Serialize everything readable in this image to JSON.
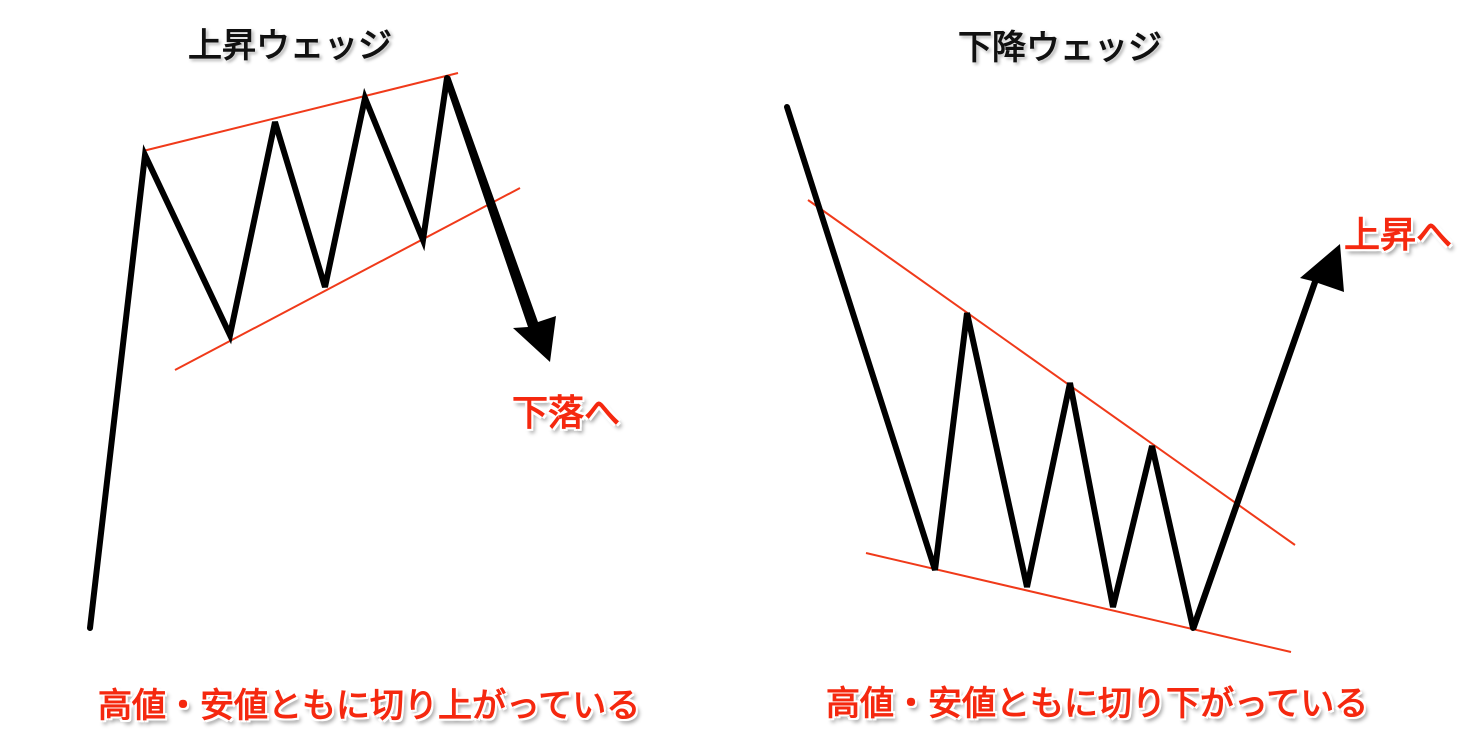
{
  "left": {
    "title": "上昇ウェッジ",
    "label": "下落へ",
    "caption": "高値・安値ともに切り上がっている"
  },
  "right": {
    "title": "下降ウェッジ",
    "label": "上昇へ",
    "caption": "高値・安値ともに切り下がっている"
  },
  "colors": {
    "trendline": "#f03a1a",
    "price": "#000000",
    "label": "#f5280f"
  }
}
